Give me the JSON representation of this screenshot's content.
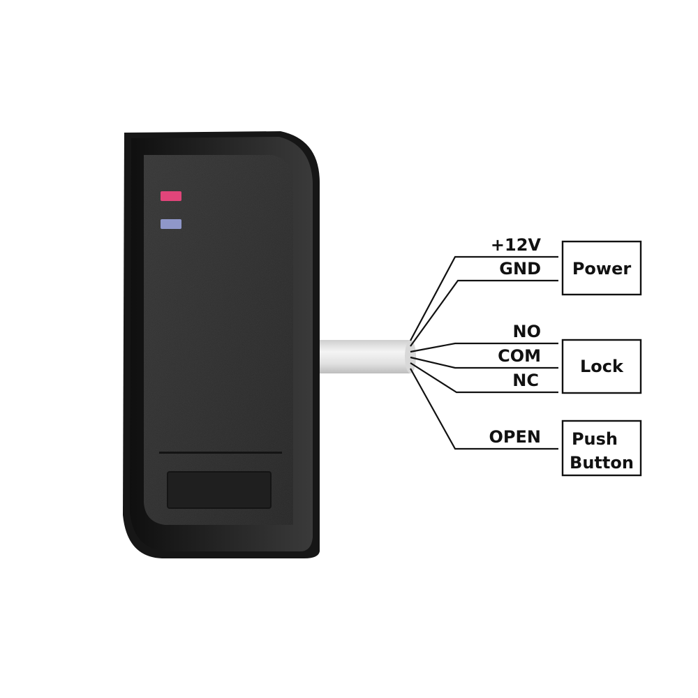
{
  "colors": {
    "housing": "#1e1e1e",
    "face": "#2b2b2b",
    "led_red": "#e0457a",
    "led_blue": "#8f97c9",
    "cable": "#e6e6e6",
    "wire": "#111111"
  },
  "device": {
    "leds": [
      "led-red",
      "led-blue"
    ]
  },
  "wires": [
    {
      "label": "+12V"
    },
    {
      "label": "GND"
    },
    {
      "label": "NO"
    },
    {
      "label": "COM"
    },
    {
      "label": "NC"
    },
    {
      "label": "OPEN"
    }
  ],
  "groups": {
    "power": {
      "label": "Power"
    },
    "lock": {
      "label": "Lock"
    },
    "push_button": {
      "line1": "Push",
      "line2": "Button"
    }
  }
}
